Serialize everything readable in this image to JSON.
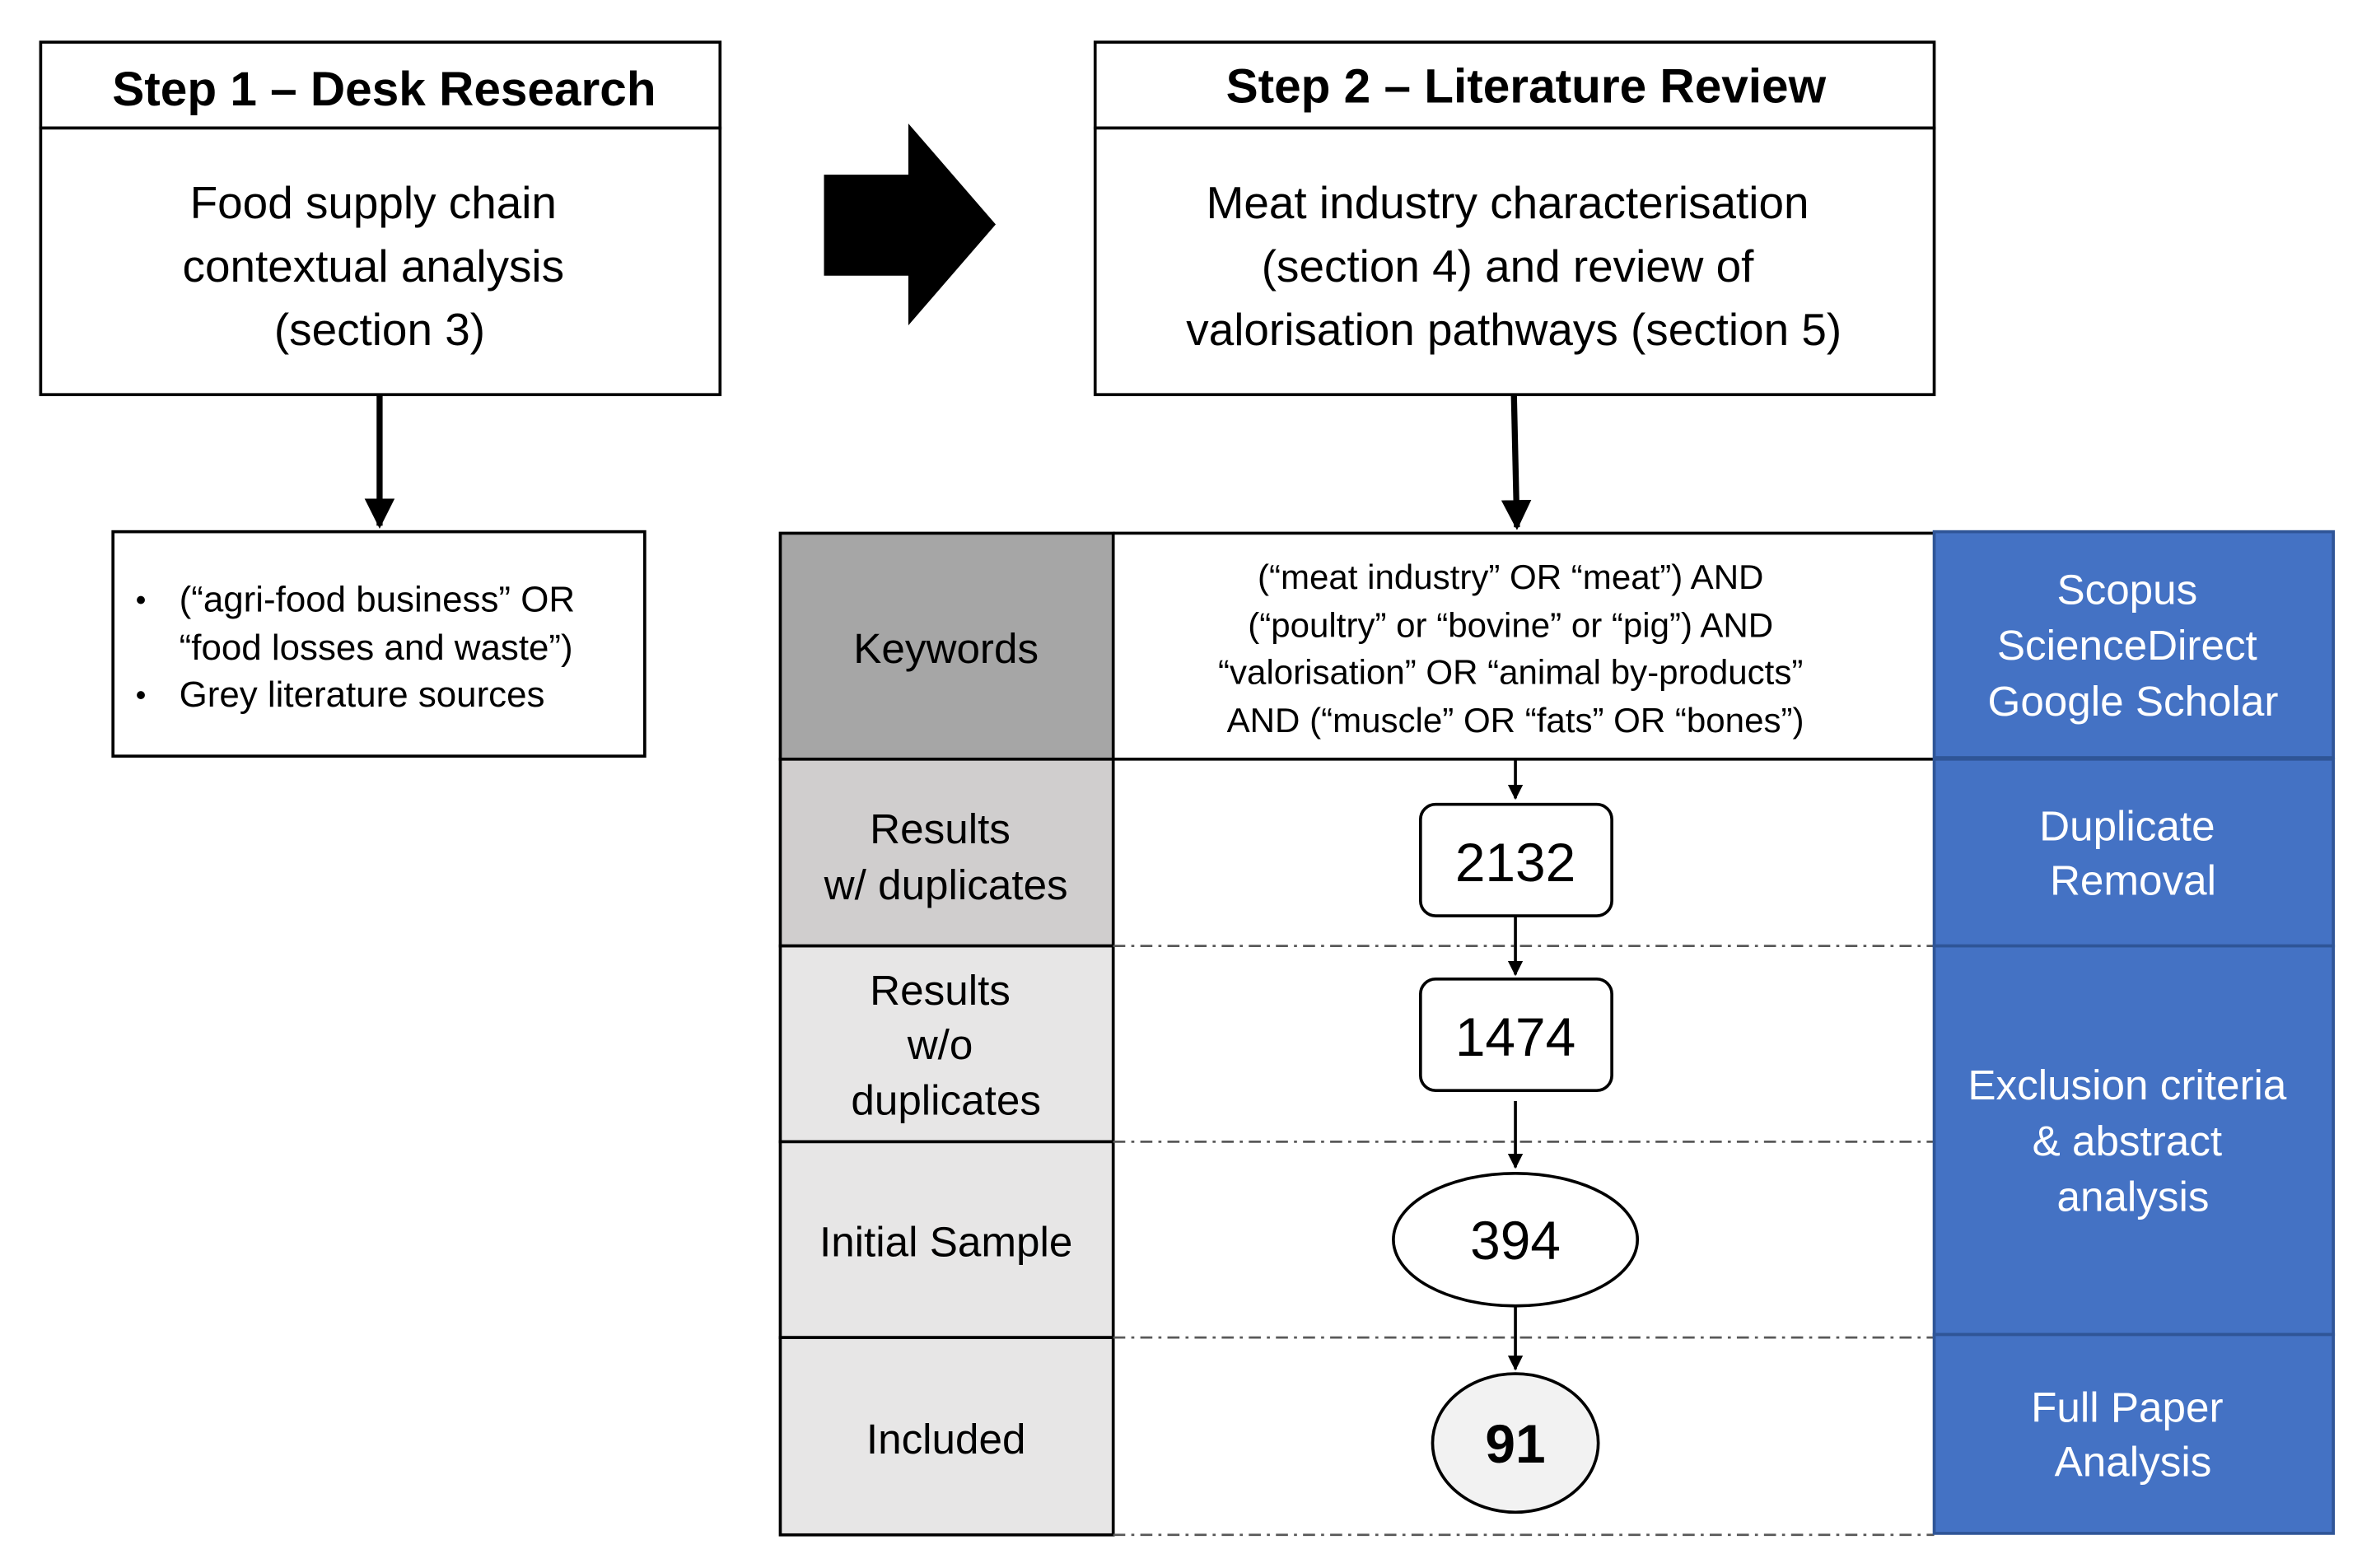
{
  "step1": {
    "title": "Step 1 – Desk Research",
    "body_lines": [
      "Food supply chain",
      "contextual analysis",
      "(section 3)"
    ],
    "bullets": [
      [
        "(“agri-food business” OR",
        "“food losses and waste”)"
      ],
      [
        "Grey literature sources"
      ]
    ]
  },
  "step2": {
    "title": "Step 2 – Literature Review",
    "body_lines": [
      "Meat industry characterisation",
      "(section 4) and review of",
      "valorisation pathways (section 5)"
    ]
  },
  "table": {
    "keywords_label": "Keywords",
    "keywords_query": [
      "(“meat industry” OR “meat”) AND",
      "(“poultry” or “bovine” or “pig”) AND",
      "“valorisation” OR “animal by-products”",
      "AND (“muscle” OR “fats” OR “bones”)"
    ],
    "stage_labels": [
      [
        "Results",
        "w/ duplicates"
      ],
      [
        "Results",
        "w/o",
        "duplicates"
      ],
      [
        "Initial Sample"
      ],
      [
        "Included"
      ]
    ],
    "counts": [
      "2132",
      "1474",
      "394",
      "91"
    ],
    "sources": [
      "Scopus",
      "ScienceDirect",
      "Google Scholar"
    ],
    "process_steps": [
      [
        "Duplicate",
        "Removal"
      ],
      [
        "Exclusion criteria",
        "& abstract",
        "analysis"
      ],
      [
        "Full Paper",
        "Analysis"
      ]
    ]
  },
  "colors": {
    "keywords_fill": "#a6a6a6",
    "results_dup_fill": "#d0cece",
    "stage_fill": "#e7e6e6",
    "blue_fill": "#4472c4",
    "blue_border": "#2f5597",
    "included_oval_fill": "#f2f2f2"
  }
}
